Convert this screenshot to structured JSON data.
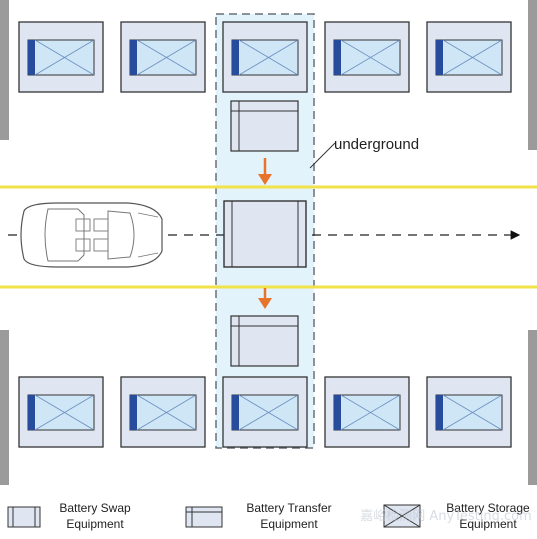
{
  "labels": {
    "underground": "underground"
  },
  "legend": [
    {
      "id": "swap",
      "line1": "Battery Swap",
      "line2": "Equipment"
    },
    {
      "id": "transfer",
      "line1": "Battery Transfer",
      "line2": "Equipment"
    },
    {
      "id": "storage",
      "line1": "Battery Storage",
      "line2": "Equipment"
    }
  ],
  "watermark": "嘉峪检测网 AnyTesting.com",
  "colors": {
    "lane_line": "#f2e24a",
    "underground_zone": "#e3f3fb",
    "battery_fill": "#cfe6f7",
    "battery_dark": "#274c9c",
    "unit_fill": "#dfe5f1",
    "arrow": "#e8732a",
    "wall": "#9b9b9b"
  }
}
